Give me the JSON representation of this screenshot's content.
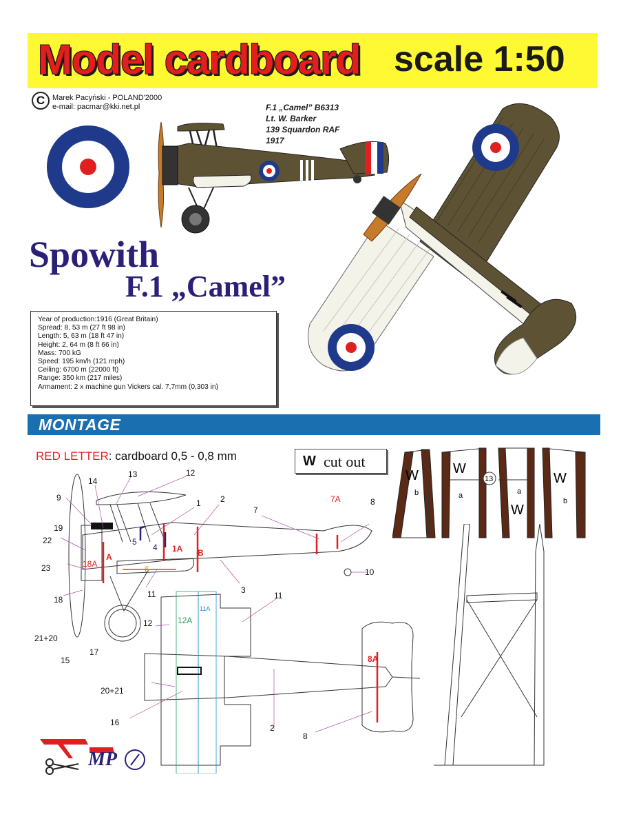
{
  "header": {
    "title": "Model cardboard",
    "scale": "scale 1:50"
  },
  "copyright": {
    "symbol": "C",
    "author": "Marek Pacyński - POLAND'2000",
    "email": "e-mail: pacmar@kki.net.pl"
  },
  "subject": {
    "line1": "F.1 „Camel” B6313",
    "line2": "Lt. W. Barker",
    "line3": "139 Squardon RAF",
    "line4": "1917"
  },
  "title": {
    "name": "Spowith",
    "model": "F.1 „Camel”"
  },
  "specs": [
    "Year of production:1916 (Great Britain)",
    "Spread:  8, 53 m (27 ft 98 in)",
    "Length:  5, 63 m (18 ft 47 in)",
    "Height:  2, 64 m (8 ft 66 in)",
    "Mass:  700 kG",
    "Speed: 195 km/h (121 mph)",
    "Ceiling:  6700 m (22000 ft)",
    "Range: 350 km (217 miles)",
    "Armament: 2 x machine gun Vickers cal. 7,7mm (0,303 in)"
  ],
  "montage": {
    "heading": "MONTAGE",
    "red_letter_prefix": "RED LETTER",
    "red_letter_text": ": cardboard 0,5 - 0,8 mm",
    "w_cut_letter": "W",
    "w_cut_text": "cut out"
  },
  "side_labels": {
    "n14": "14",
    "n13": "13",
    "n12": "12",
    "n9": "9",
    "n1": "1",
    "n2": "2",
    "n7": "7",
    "r7a": "7A",
    "n8": "8",
    "n19": "19",
    "n22": "22",
    "n23": "23",
    "r18a": "18A",
    "rA": "A",
    "n5": "5",
    "n4": "4",
    "r1a": "1A",
    "rB": "B",
    "o6": "6",
    "n3": "3",
    "n10": "10",
    "n18": "18",
    "n11": "11",
    "n21_20": "21+20",
    "n17": "17",
    "n15": "15"
  },
  "top_labels": {
    "g12a": "12A",
    "b11a": "11A",
    "n11": "11",
    "n12": "12",
    "r8a": "8A",
    "n20_21": "20+21",
    "n16": "16",
    "n2": "2",
    "n8": "8"
  },
  "struts": {
    "w": "W",
    "a": "a",
    "b": "b",
    "n13": "13"
  },
  "logo": {
    "text": "MP"
  },
  "colors": {
    "banner_bg": "#fff933",
    "banner_red": "#e41e1e",
    "title_blue": "#2a2078",
    "montage_blue": "#1a6fb0",
    "raf_blue": "#1f3a8a",
    "raf_red": "#e02020",
    "olive": "#5d5334",
    "strut_brown": "#5b2a16"
  }
}
